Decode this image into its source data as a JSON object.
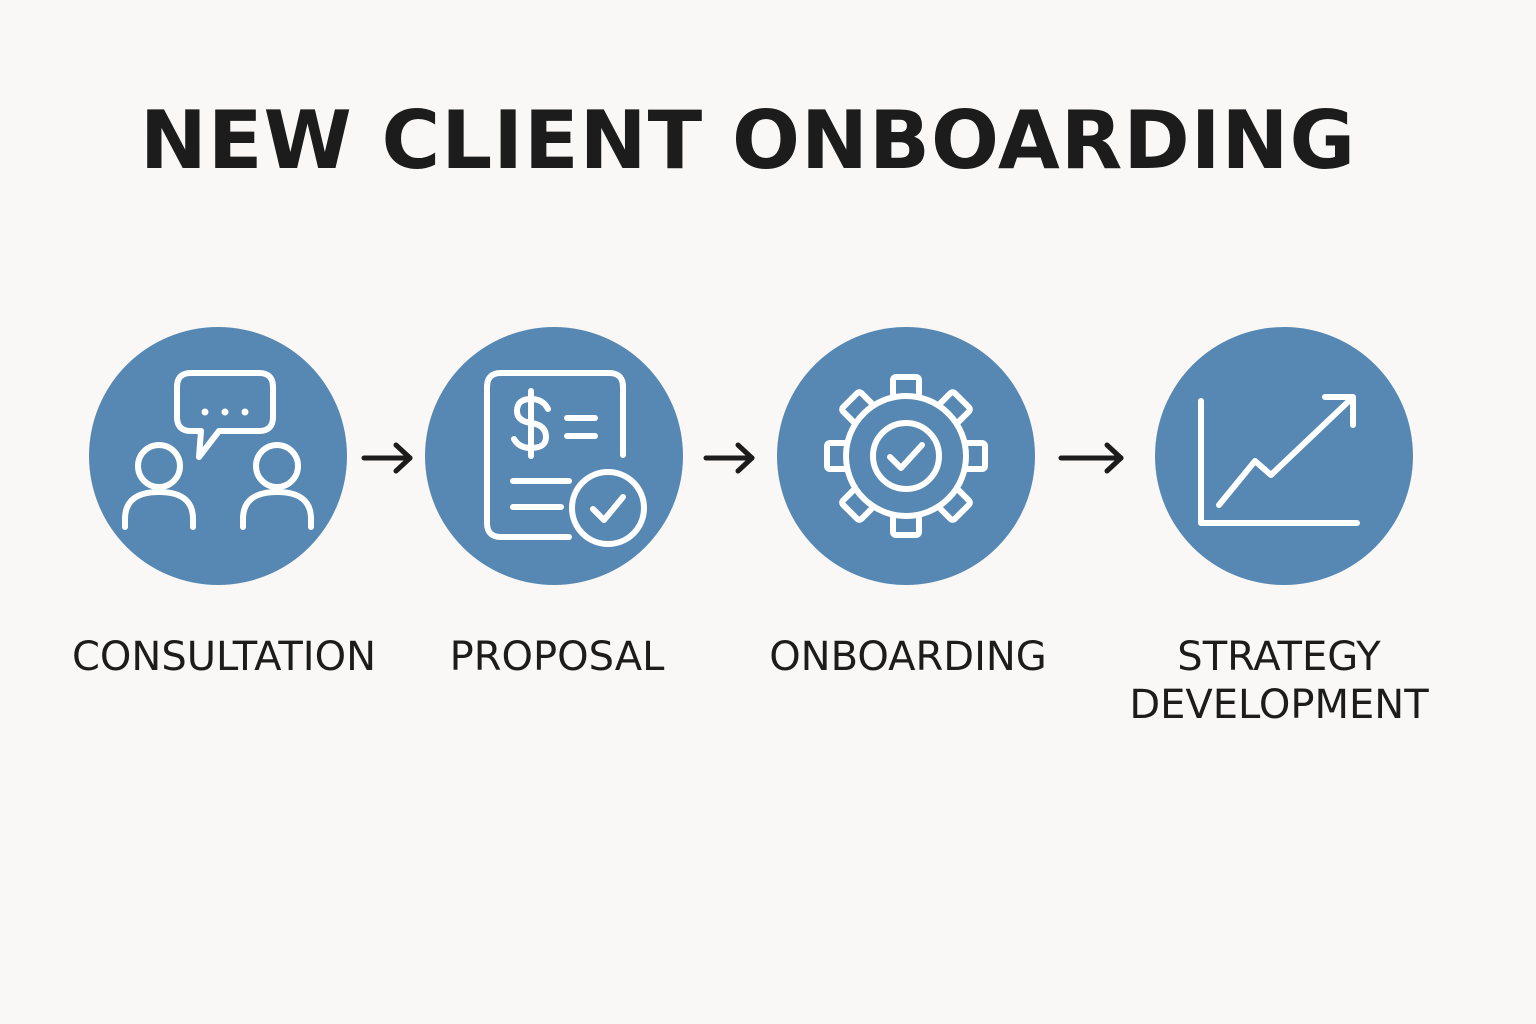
{
  "title": "NEW CLIENT ONBOARDING",
  "accent_color": "#5787b3",
  "steps": [
    {
      "label_lines": [
        "CONSULTATION"
      ],
      "icon": "people-chat-icon"
    },
    {
      "label_lines": [
        "PROPOSAL"
      ],
      "icon": "invoice-check-icon"
    },
    {
      "label_lines": [
        "ONBOARDING"
      ],
      "icon": "gear-check-icon"
    },
    {
      "label_lines": [
        "STRATEGY",
        "DEVELOPMENT"
      ],
      "icon": "growth-chart-icon"
    }
  ],
  "connector_icon": "arrow-right-icon"
}
